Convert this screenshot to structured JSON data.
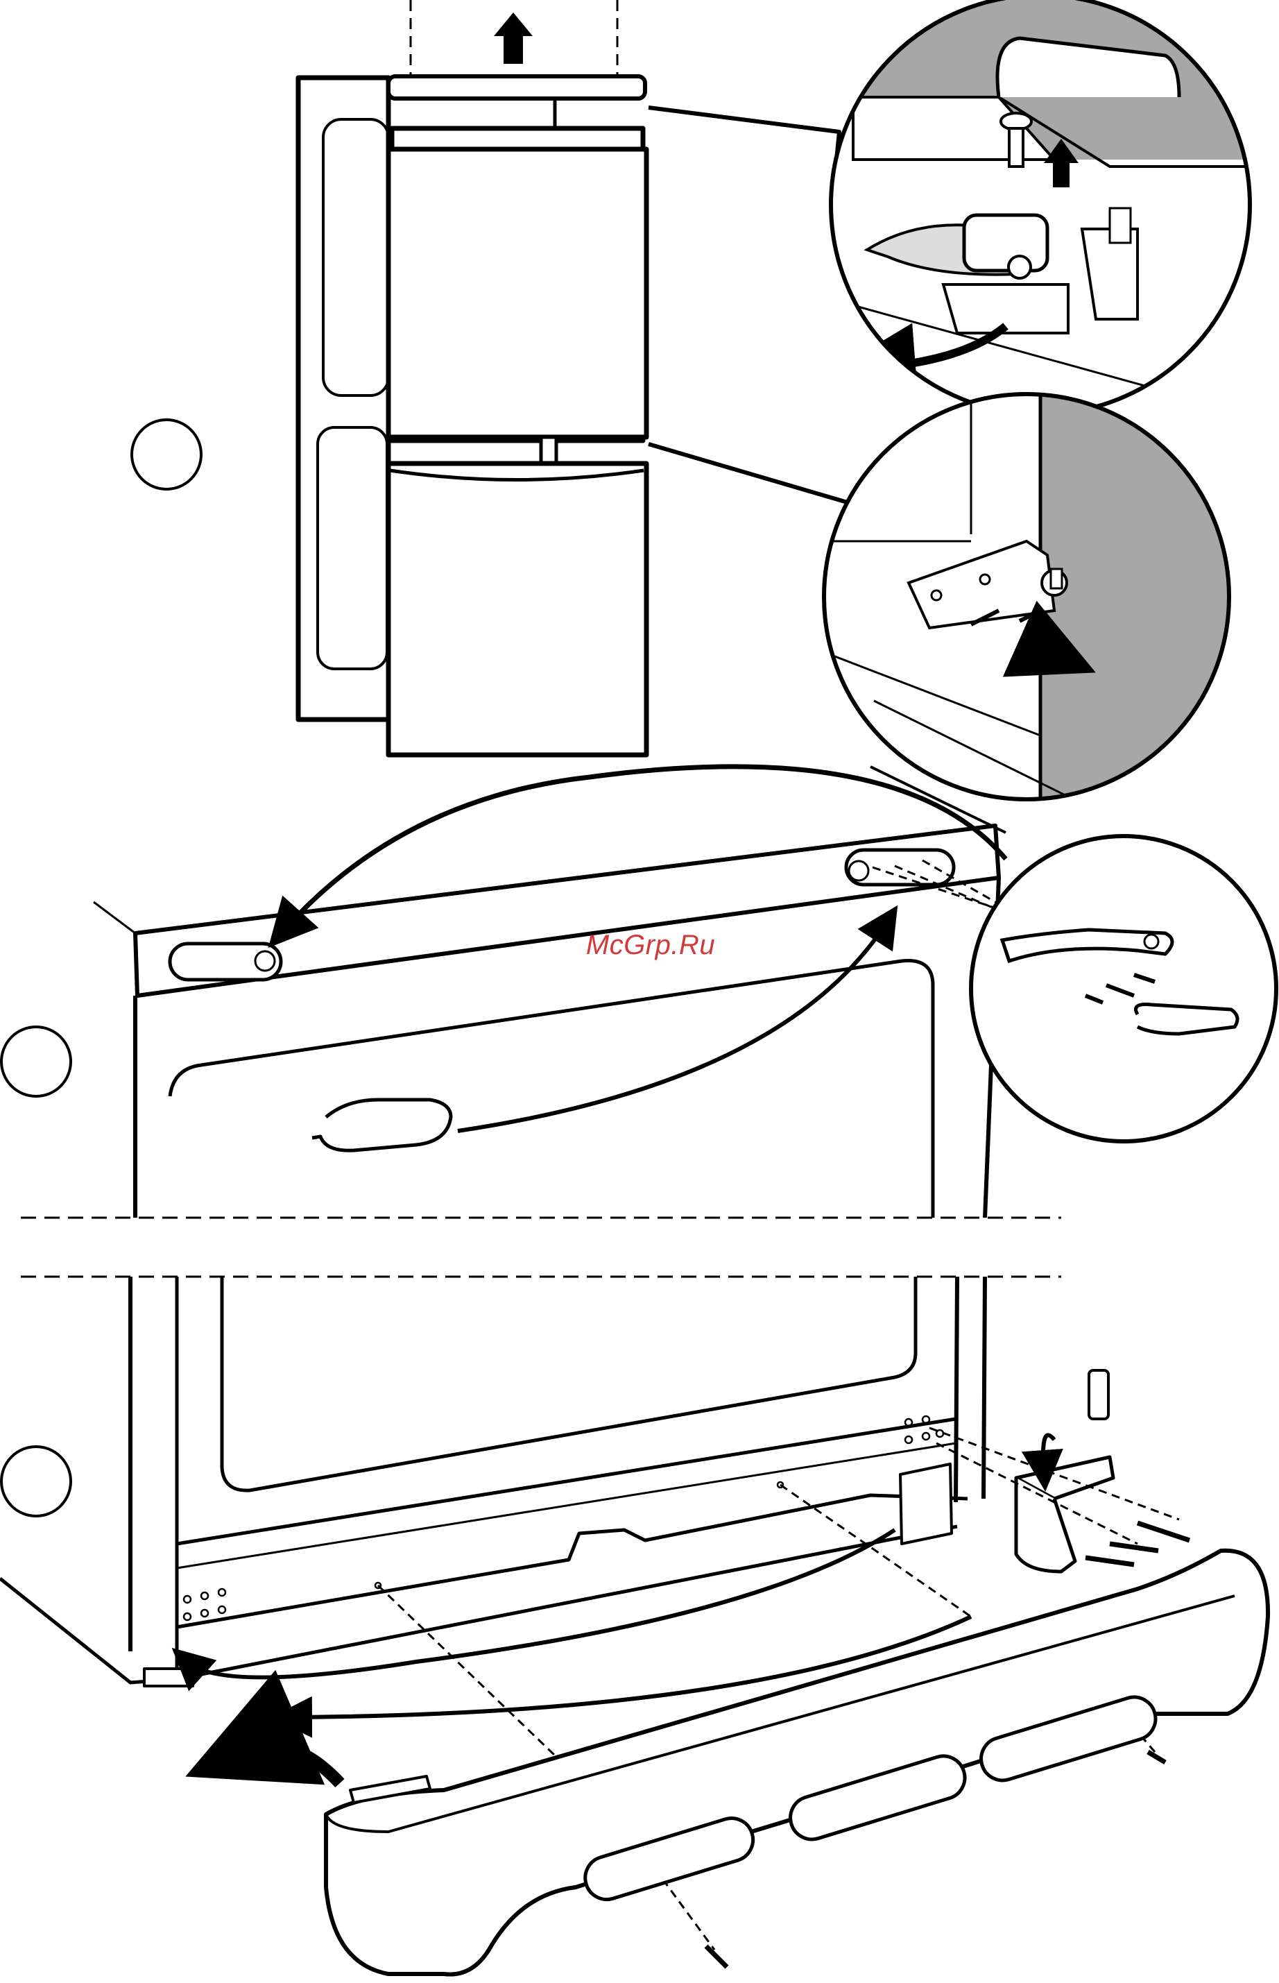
{
  "watermark": "McGrp.Ru",
  "steps": [
    {
      "id": "step-1",
      "label": ""
    },
    {
      "id": "step-2",
      "label": ""
    },
    {
      "id": "step-3",
      "label": ""
    }
  ],
  "colors": {
    "line": "#000000",
    "fill": "#ffffff",
    "shade": "#a7a7a7",
    "watermark": "#d23a3a"
  },
  "icons": [
    "arrow-up-icon",
    "curved-arrow-icon",
    "screw-icon",
    "hinge-icon"
  ]
}
